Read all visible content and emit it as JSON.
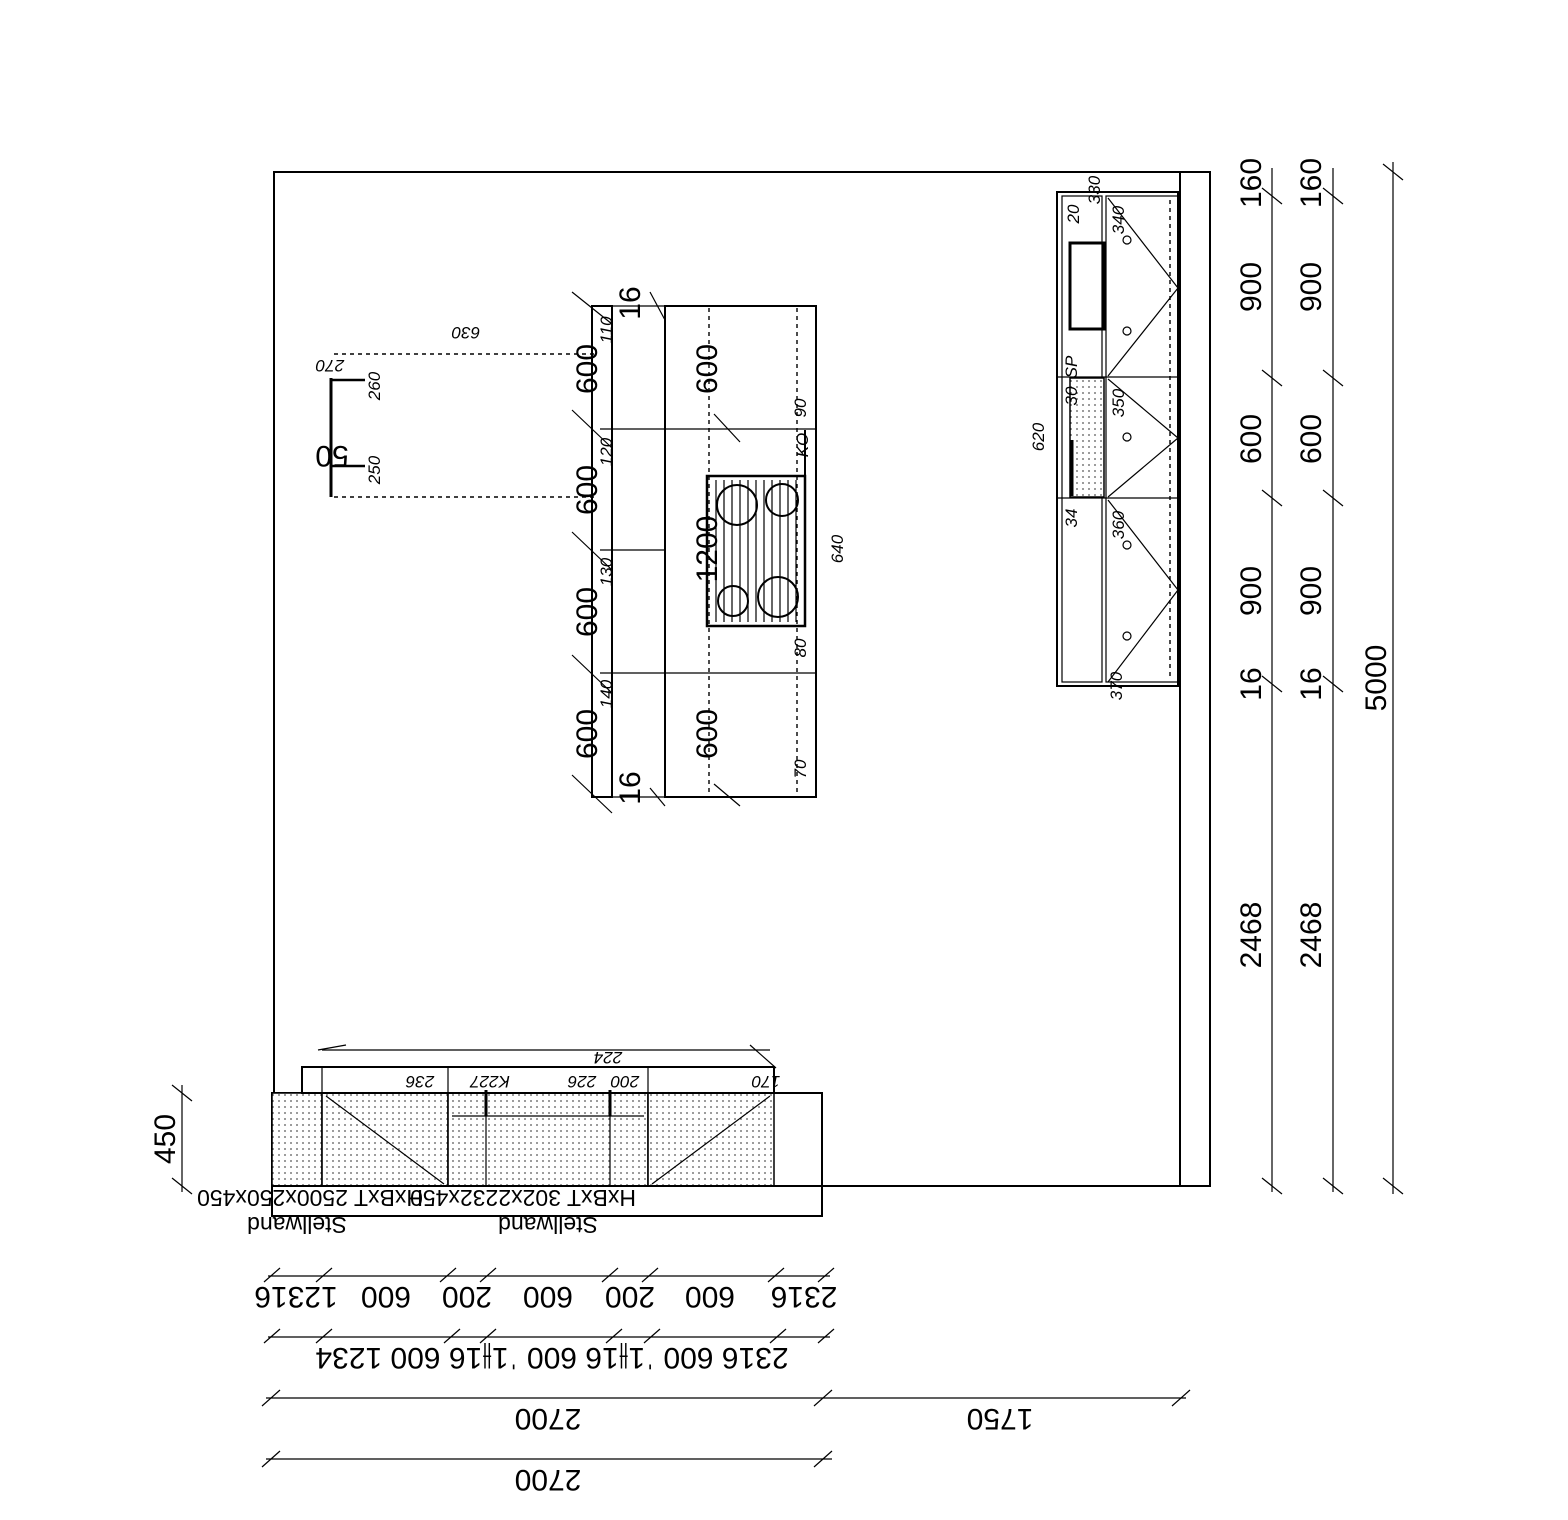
{
  "plan": {
    "total_depth": "5000",
    "upper_right": {
      "col1": [
        "160",
        "900",
        "600",
        "900",
        "16",
        "2468"
      ],
      "col2": [
        "160",
        "900",
        "600",
        "900",
        "16",
        "2468"
      ]
    },
    "island": {
      "outer_left": [
        "16",
        "600",
        "600",
        "600",
        "600",
        "16"
      ],
      "inner": [
        "600",
        "1200",
        "600"
      ],
      "small": [
        "110",
        "120",
        "130",
        "140",
        "90",
        "80",
        "70"
      ],
      "depth": "640",
      "tag": "KO"
    },
    "tall_right": {
      "small": [
        "330",
        "20",
        "340",
        "30",
        "350",
        "34",
        "360",
        "370"
      ],
      "tag": "SP",
      "depth": "620"
    },
    "fixture": {
      "width": "630",
      "a": "270",
      "b": "260",
      "c": "250",
      "d": "50"
    },
    "bottom": {
      "height_label": "450",
      "dim_224": "224",
      "dims_cab": [
        "236",
        "K227",
        "200",
        "226",
        "170"
      ],
      "wall_label_1": "Stellwand",
      "wall_spec_1": "HxBxT 302x2232x450",
      "wall_label_2": "Stellwand",
      "wall_spec_2": "HxBxT 2500x250x450",
      "row1": [
        "2316",
        "600",
        "200",
        "600",
        "200",
        "600",
        "12316"
      ],
      "row2": [
        "2316",
        "600",
        "16",
        "16",
        "600",
        "11",
        "16",
        "600",
        "1234"
      ],
      "row2_text": "2316 600 ˈ1⫲16 600 ˈ1⫲16 600 1234",
      "total_left": "2700",
      "total_right": "1750",
      "total_bottom": "2700"
    }
  }
}
